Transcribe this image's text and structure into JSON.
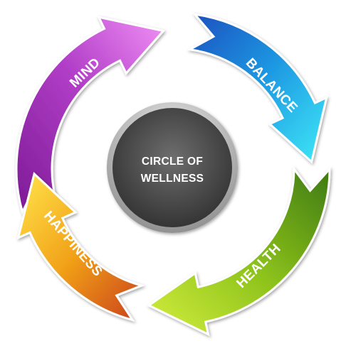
{
  "center": {
    "line1": "CIRCLE OF",
    "line2": "WELLNESS"
  },
  "segments": [
    {
      "label": "MIND",
      "color_light": "#e68cf0",
      "color_dark": "#7d1a96"
    },
    {
      "label": "BALANCE",
      "color_light": "#37e6f5",
      "color_dark": "#1a4fbf"
    },
    {
      "label": "HEALTH",
      "color_light": "#c8e63c",
      "color_dark": "#3e7a10"
    },
    {
      "label": "HAPPINESS",
      "color_light": "#ffe44a",
      "color_dark": "#d04a14"
    }
  ],
  "colors": {
    "hub_outer": "#bdbdbd",
    "hub_inner": "#4d4d4d",
    "arrow_stroke": "#ffffff"
  }
}
